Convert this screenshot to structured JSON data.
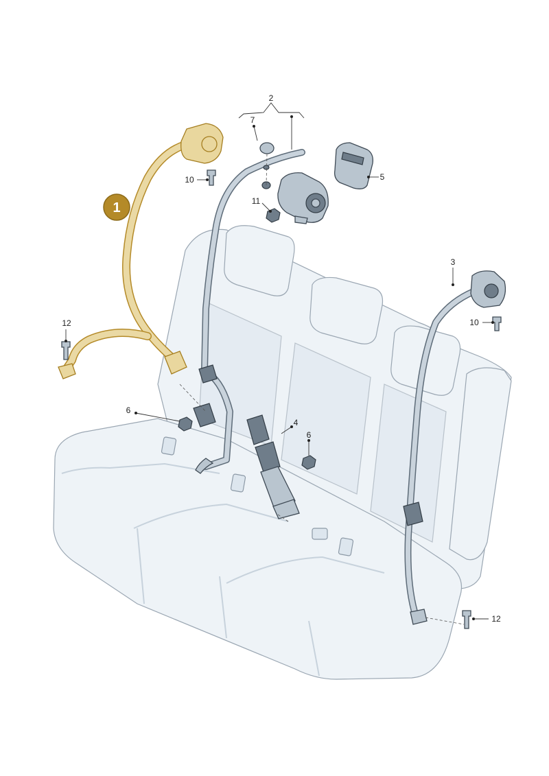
{
  "labels": {
    "callout_1": "1",
    "callout_2": "2",
    "callout_3": "3",
    "callout_4": "4",
    "callout_5": "5",
    "callout_6_left": "6",
    "callout_6_center": "6",
    "callout_7": "7",
    "callout_10_left": "10",
    "callout_10_right": "10",
    "callout_11": "11",
    "callout_12_left": "12",
    "callout_12_right": "12"
  },
  "colors": {
    "highlight_gold": "#b48a28",
    "highlight_fill": "#ead9a4",
    "seat_fill": "#eef3f7",
    "belt_gray": "#5d6b78"
  }
}
